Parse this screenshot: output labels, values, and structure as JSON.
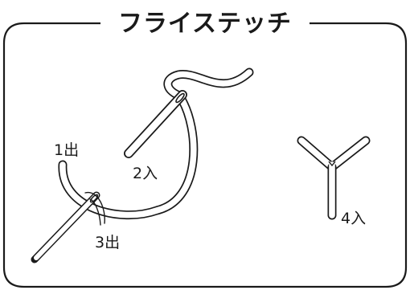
{
  "title": "フライステッチ",
  "labels": {
    "out_1": "1出",
    "in_2": "2入",
    "out_3": "3出",
    "in_4": "4入"
  }
}
